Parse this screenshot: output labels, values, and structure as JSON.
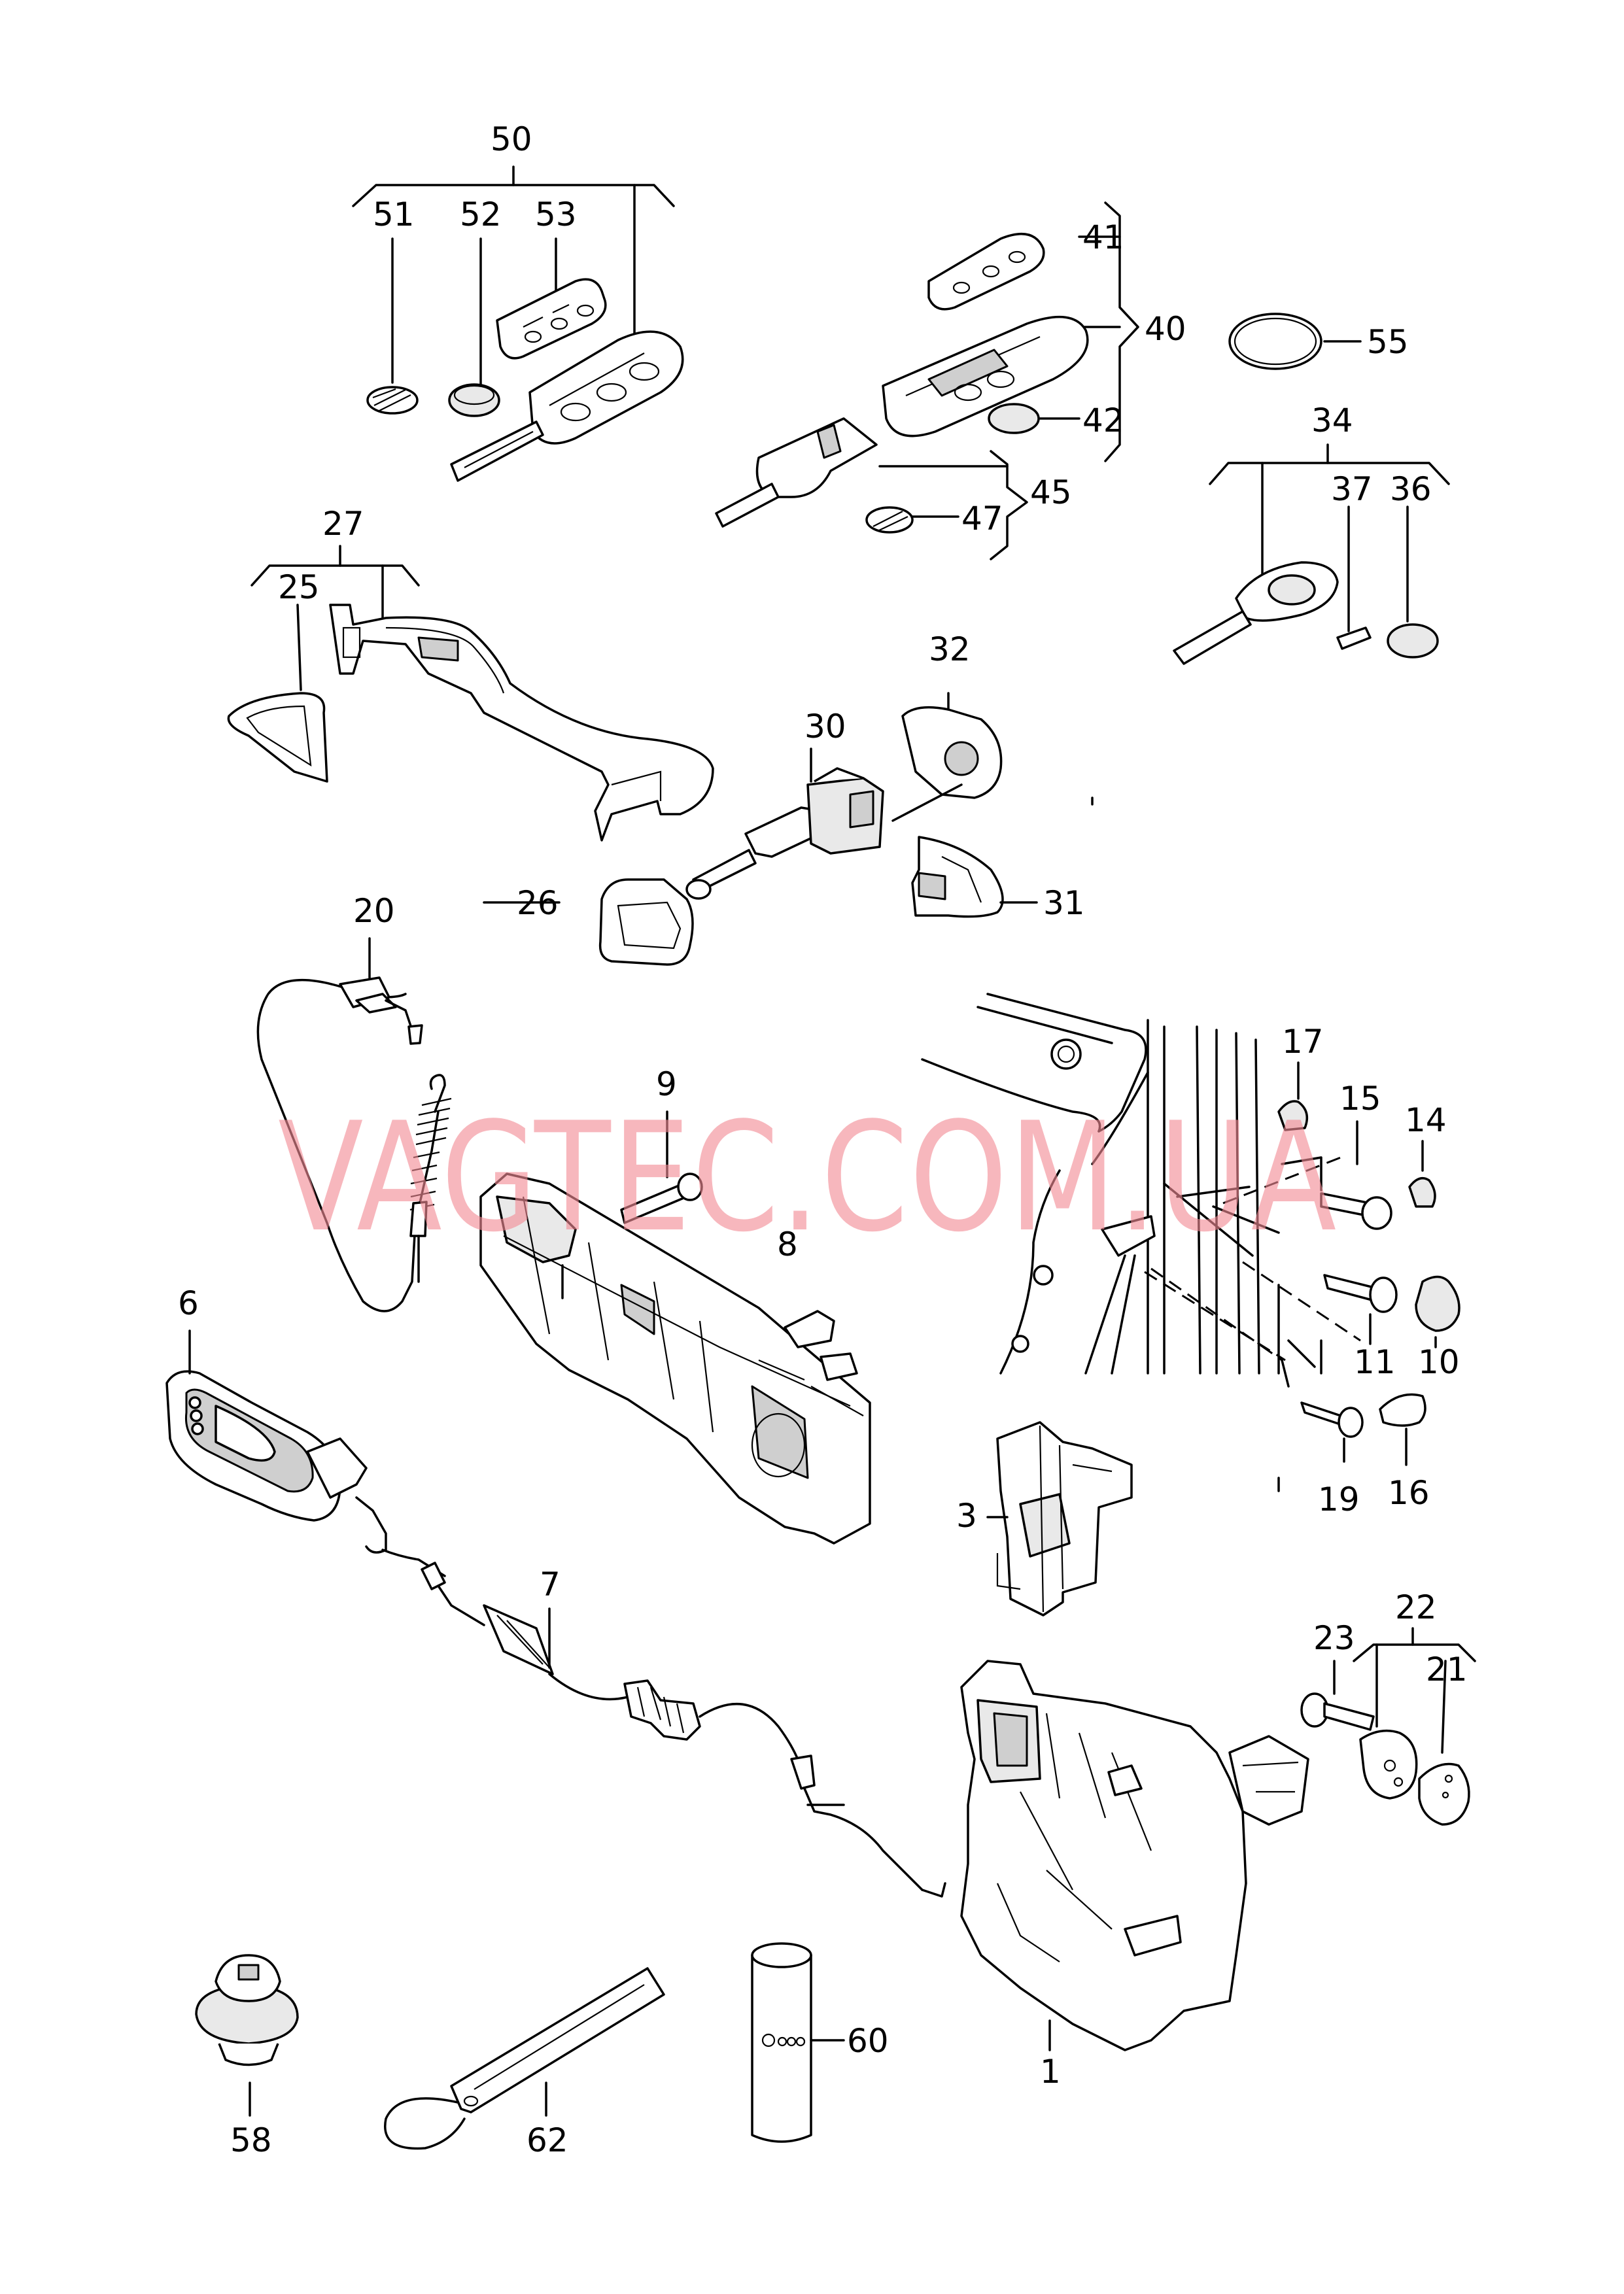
{
  "labels": {
    "l1": "1",
    "l3": "3",
    "l6": "6",
    "l7": "7",
    "l8": "8",
    "l9": "9",
    "l10": "10",
    "l11": "11",
    "l14": "14",
    "l15": "15",
    "l16": "16",
    "l17": "17",
    "l19": "19",
    "l20": "20",
    "l21": "21",
    "l22": "22",
    "l23": "23",
    "l25": "25",
    "l26": "26",
    "l27": "27",
    "l30": "30",
    "l31": "31",
    "l32": "32",
    "l34": "34",
    "l36": "36",
    "l37": "37",
    "l40": "40",
    "l41": "41",
    "l42": "42",
    "l45": "45",
    "l47": "47",
    "l50": "50",
    "l51": "51",
    "l52": "52",
    "l53": "53",
    "l55": "55",
    "l58": "58",
    "l60": "60",
    "l62": "62"
  },
  "watermark": "VAGTEC.COM.UA"
}
